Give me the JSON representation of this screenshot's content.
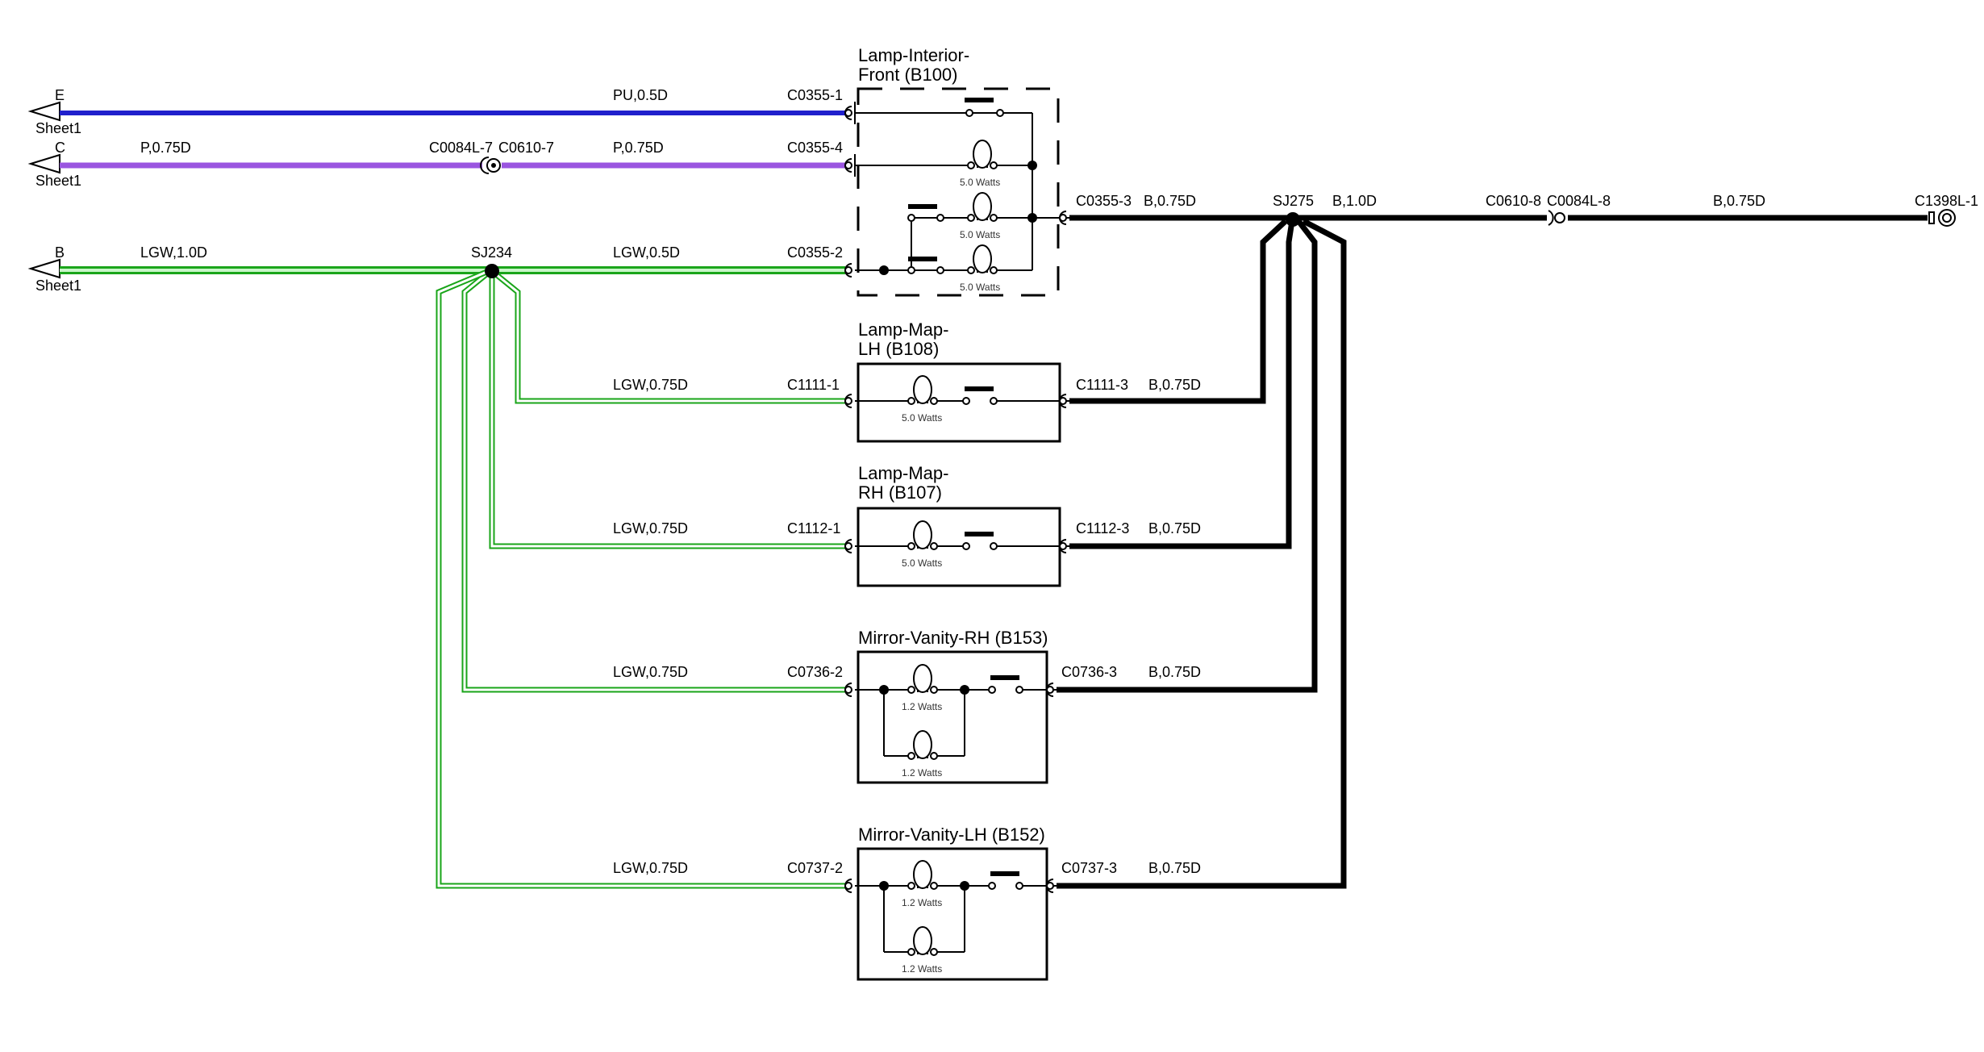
{
  "sheet_refs": [
    {
      "letter": "E",
      "label": "Sheet1"
    },
    {
      "letter": "C",
      "label": "Sheet1"
    },
    {
      "letter": "B",
      "label": "Sheet1"
    }
  ],
  "wires": {
    "pu_05d": "PU,0.5D",
    "p_075d_left": "P,0.75D",
    "p_075d_right": "P,0.75D",
    "lgw_10d": "LGW,1.0D",
    "lgw_05d": "LGW,0.5D",
    "lgw_075d_map_lh": "LGW,0.75D",
    "lgw_075d_map_rh": "LGW,0.75D",
    "lgw_075d_vanity_rh": "LGW,0.75D",
    "lgw_075d_vanity_lh": "LGW,0.75D",
    "b_075d_front": "B,0.75D",
    "b_10d": "B,1.0D",
    "b_075d_out": "B,0.75D",
    "b_075d_map_lh": "B,0.75D",
    "b_075d_map_rh": "B,0.75D",
    "b_075d_vanity_rh": "B,0.75D",
    "b_075d_vanity_lh": "B,0.75D"
  },
  "connectors": {
    "c0355_1": "C0355-1",
    "c0355_4": "C0355-4",
    "c0355_2": "C0355-2",
    "c0355_3": "C0355-3",
    "c0084l_7": "C0084L-7",
    "c0610_7": "C0610-7",
    "c0610_8": "C0610-8",
    "c0084l_8": "C0084L-8",
    "c1398l_1": "C1398L-1",
    "c1111_1": "C1111-1",
    "c1111_3": "C1111-3",
    "c1112_1": "C1112-1",
    "c1112_3": "C1112-3",
    "c0736_2": "C0736-2",
    "c0736_3": "C0736-3",
    "c0737_2": "C0737-2",
    "c0737_3": "C0737-3"
  },
  "splices": {
    "sj234": "SJ234",
    "sj275": "SJ275"
  },
  "components": {
    "lamp_interior_front": {
      "title_line1": "Lamp-Interior-",
      "title_line2": "Front (B100)",
      "watts": [
        "5.0 Watts",
        "5.0 Watts",
        "5.0 Watts"
      ]
    },
    "lamp_map_lh": {
      "title_line1": "Lamp-Map-",
      "title_line2": "LH (B108)",
      "watts": [
        "5.0 Watts"
      ]
    },
    "lamp_map_rh": {
      "title_line1": "Lamp-Map-",
      "title_line2": "RH (B107)",
      "watts": [
        "5.0 Watts"
      ]
    },
    "mirror_vanity_rh": {
      "title": "Mirror-Vanity-RH (B153)",
      "watts": [
        "1.2 Watts",
        "1.2 Watts"
      ]
    },
    "mirror_vanity_lh": {
      "title": "Mirror-Vanity-LH (B152)",
      "watts": [
        "1.2 Watts",
        "1.2 Watts"
      ]
    }
  },
  "colors": {
    "pu": "#2020cc",
    "p": "#9a55e0",
    "lgw": "#1aa51a",
    "b": "#000000"
  }
}
